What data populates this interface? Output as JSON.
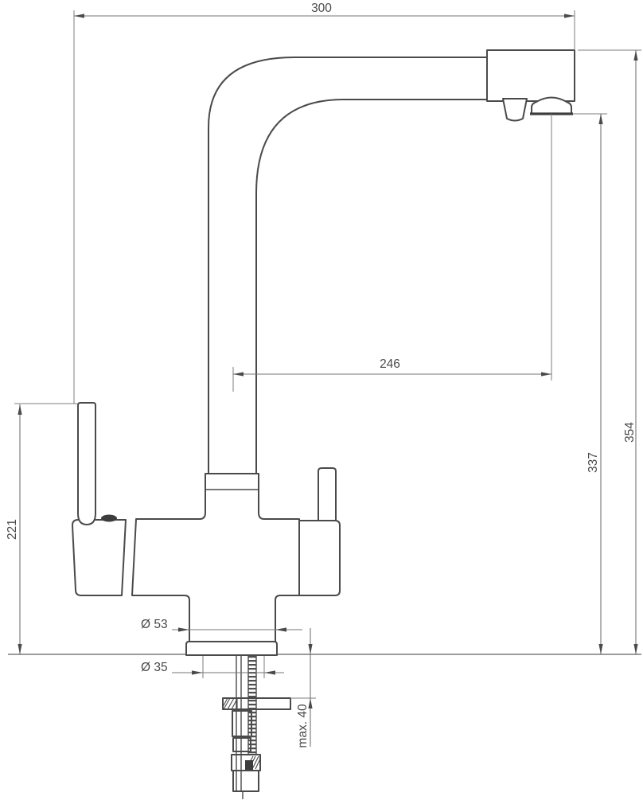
{
  "drawing": {
    "type": "faucet-dimension-drawing",
    "labels": {
      "width_overall": "300",
      "spout_reach": "246",
      "height_overall": "354",
      "height_spout_outlet": "337",
      "height_handle": "221",
      "base_diameter": "Ø 53",
      "shank_diameter": "Ø 35",
      "max_mount_thickness": "max. 40"
    },
    "colors": {
      "outline": "#4a4a4a",
      "dimension_lines": "#757575",
      "text": "#4a4a4a",
      "background": "#ffffff"
    }
  }
}
